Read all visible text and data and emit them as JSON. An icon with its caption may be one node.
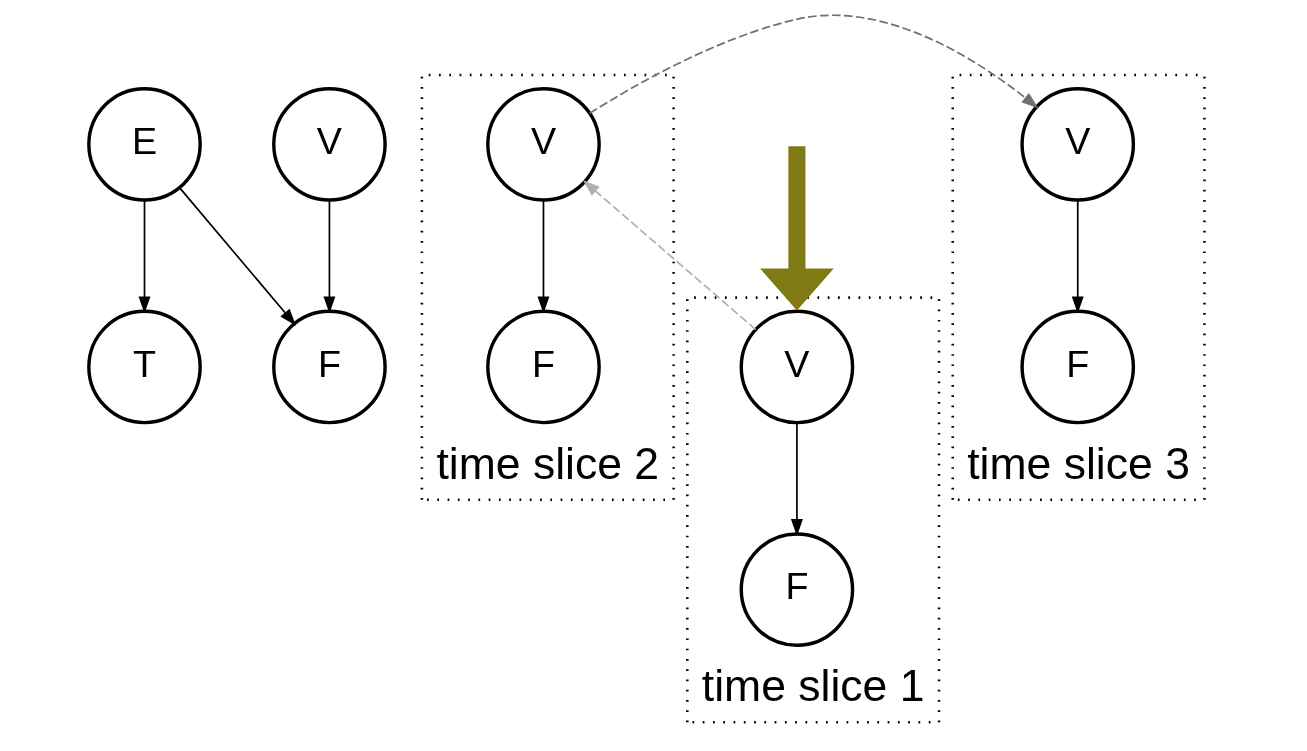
{
  "diagram": {
    "nodes": [
      {
        "text": [
          "E"
        ]
      },
      {
        "text": [
          "V"
        ]
      },
      {
        "text": [
          "T"
        ]
      },
      {
        "text": [
          "F"
        ]
      },
      {
        "text": [
          "time slice 1"
        ]
      },
      {
        "text": [
          "V"
        ],
        "in": 4
      },
      {
        "text": [
          "F"
        ],
        "in": 4
      },
      {
        "text": [
          "time slice 2"
        ]
      },
      {
        "text": [
          "V"
        ],
        "in": 7
      },
      {
        "text": [
          "F"
        ],
        "in": 7
      },
      {
        "text": [
          "time slice 3"
        ]
      },
      {
        "text": [
          "V"
        ],
        "in": 10
      },
      {
        "text": [
          "F"
        ],
        "in": 10
      }
    ],
    "edges": [
      {
        "from": 0,
        "to": 2,
        "arrow": "to"
      },
      {
        "from": 0,
        "to": 3,
        "arrow": "to"
      },
      {
        "from": 1,
        "to": 3,
        "arrow": "to"
      },
      {
        "from": null,
        "to": 4,
        "arrow": "to",
        "style": "thick",
        "color": "#807a14"
      },
      {
        "from": 5,
        "to": 6,
        "arrow": "to"
      },
      {
        "from": 5,
        "to": 8,
        "arrow": "to",
        "style": "dashed",
        "color": "#b0b0b0"
      },
      {
        "from": 8,
        "to": 9,
        "arrow": "to"
      },
      {
        "from": 8,
        "to": 11,
        "arrow": "to",
        "style": "dashed",
        "color": "#707070"
      },
      {
        "from": 11,
        "to": 12,
        "arrow": "to"
      }
    ]
  }
}
